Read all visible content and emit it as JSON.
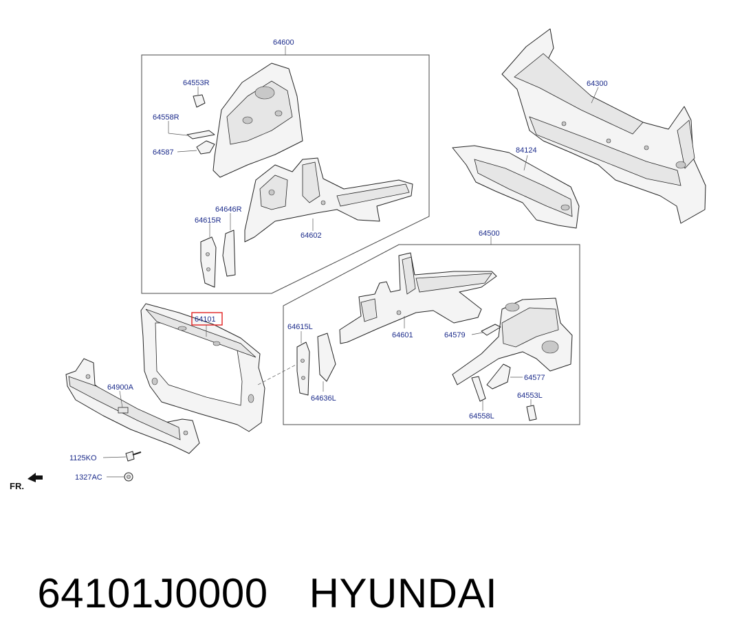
{
  "labels": {
    "p64600": "64600",
    "p64553R": "64553R",
    "p64558R": "64558R",
    "p64587": "64587",
    "p64646R": "64646R",
    "p64615R": "64615R",
    "p64602": "64602",
    "p64300": "64300",
    "p84124": "84124",
    "p64500": "64500",
    "p64101": "64101",
    "p64615L": "64615L",
    "p64601": "64601",
    "p64579": "64579",
    "p64636L": "64636L",
    "p64577": "64577",
    "p64553L": "64553L",
    "p64558L": "64558L",
    "p64900A": "64900A",
    "p1125KO": "1125KO",
    "p1327AC": "1327AC",
    "fr": "FR."
  },
  "caption": {
    "part_number": "64101J0000",
    "brand": "HYUNDAI"
  },
  "colors": {
    "label": "#1a2a8a",
    "highlight": "#e02020"
  }
}
